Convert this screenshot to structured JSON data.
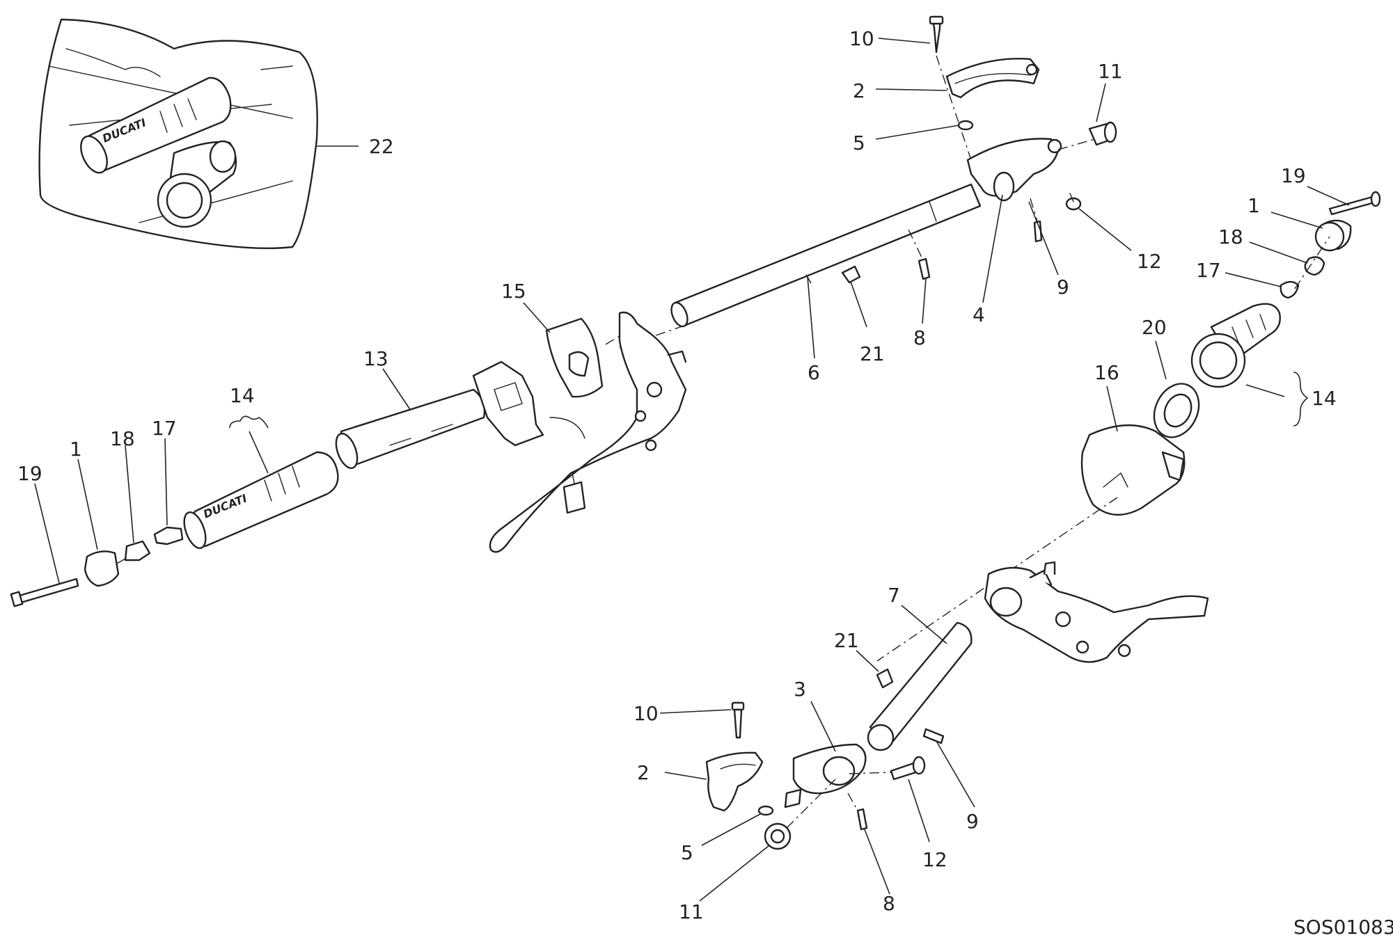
{
  "drawing_code": "SOS01083",
  "brand_mark": "DUCATI",
  "callouts": {
    "c22": "22",
    "c10_top": "10",
    "c2_top": "2",
    "c5_top": "5",
    "c11_top": "11",
    "c12_top": "12",
    "c9_top": "9",
    "c4": "4",
    "c19_right": "19",
    "c1_right": "1",
    "c18_right": "18",
    "c17_right": "17",
    "c20": "20",
    "c14_right": "14",
    "c16": "16",
    "c15": "15",
    "c13": "13",
    "c6": "6",
    "c21_top": "21",
    "c8_top": "8",
    "c14_left": "14",
    "c19_left": "19",
    "c1_left": "1",
    "c18_left": "18",
    "c17_left": "17",
    "c7": "7",
    "c21_bottom": "21",
    "c3": "3",
    "c10_bottom": "10",
    "c2_bottom": "2",
    "c5_bottom": "5",
    "c11_bottom": "11",
    "c8_bottom": "8",
    "c12_bottom": "12",
    "c9_bottom": "9"
  }
}
